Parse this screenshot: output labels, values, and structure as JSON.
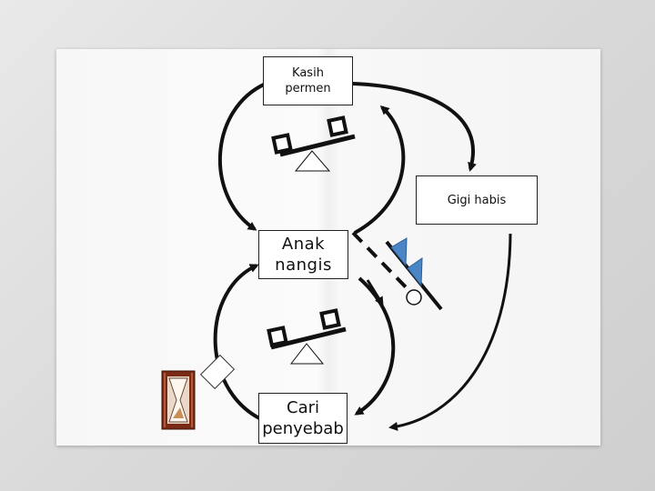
{
  "nodes": {
    "kasih_permen": "Kasih\npermen",
    "gigi_habis": "Gigi habis",
    "anak_nangis": "Anak\nnangis",
    "cari_penyebab": "Cari\npenyebab"
  },
  "symbols": {
    "balance_loop_icon": "seesaw-icon",
    "delay_icon": "hourglass-icon",
    "goal_icon": "goal-marker-icon"
  },
  "colors": {
    "arrow": "#111111",
    "flag": "#4a86c5",
    "hourglass_frame": "#7a2a14"
  }
}
